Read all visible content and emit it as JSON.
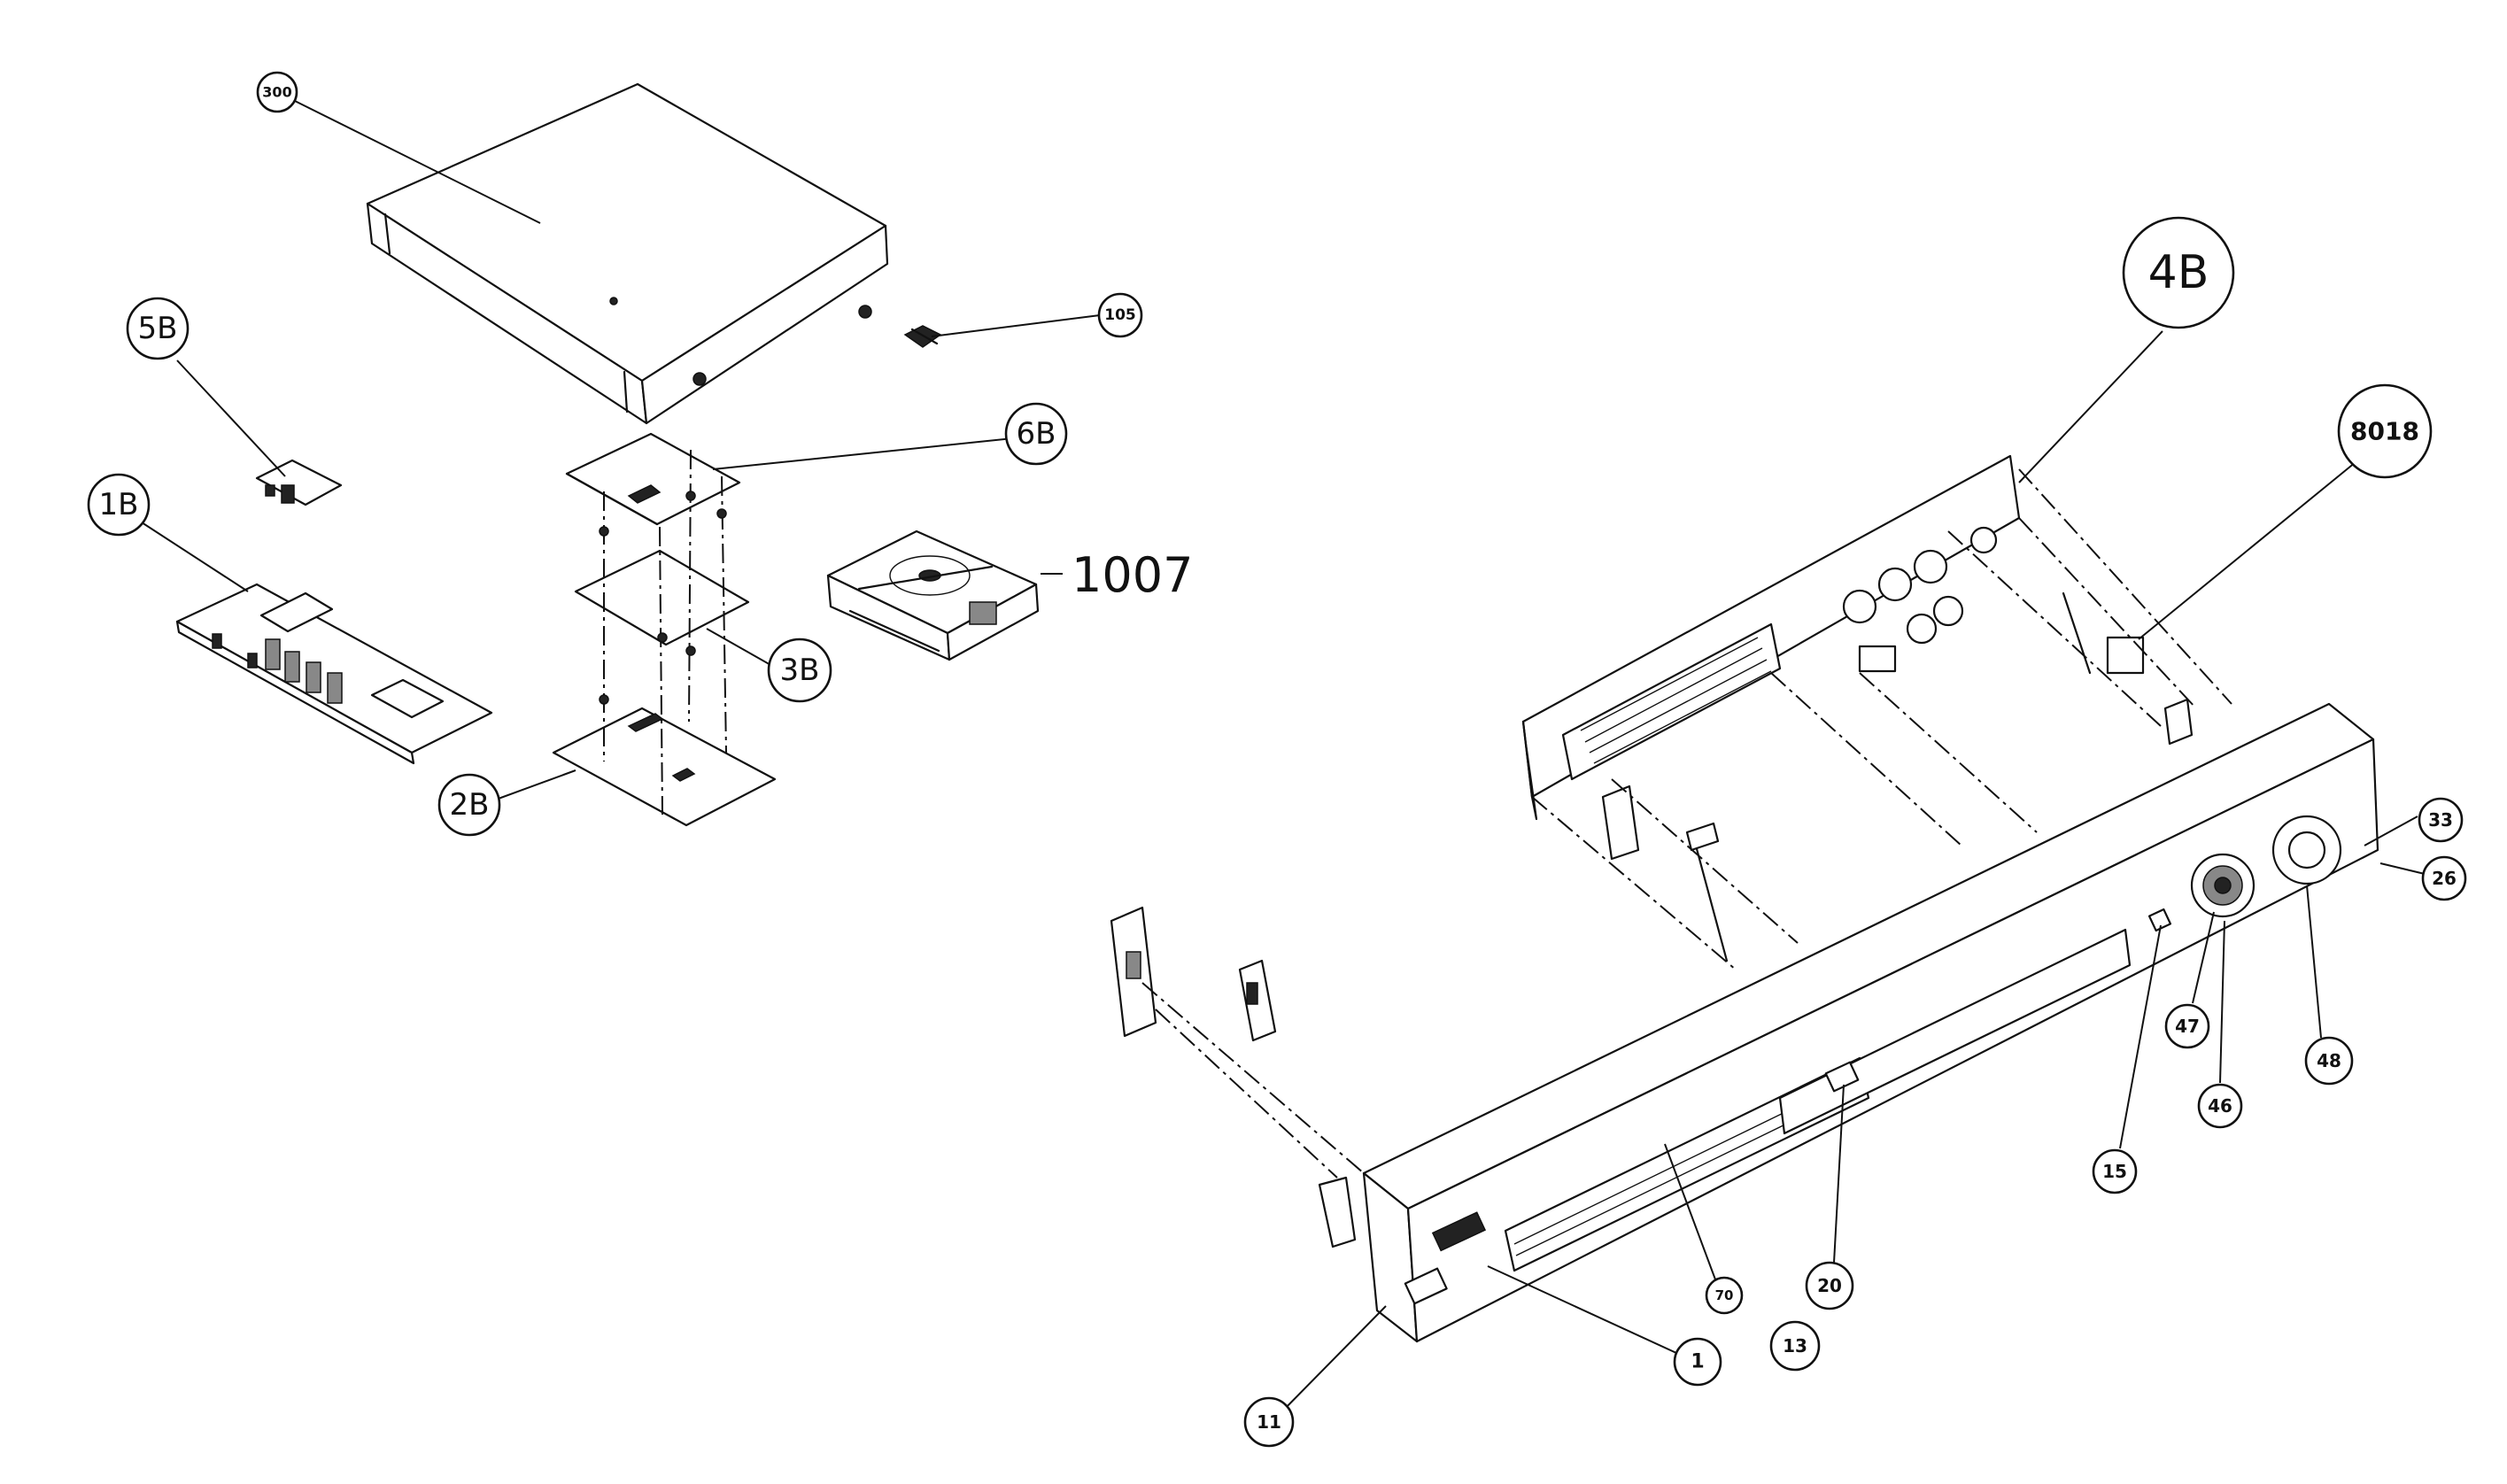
{
  "callouts": {
    "c300": "300",
    "c105": "105",
    "c5b": "5B",
    "c1b": "1B",
    "c6b": "6B",
    "c3b": "3B",
    "c2b": "2B",
    "c4b": "4B",
    "c8018": "8018",
    "c33": "33",
    "c26": "26",
    "c47": "47",
    "c46": "46",
    "c48": "48",
    "c15": "15",
    "c20": "20",
    "c13": "13",
    "c70": "70",
    "c1": "1",
    "c11": "11"
  },
  "labels": {
    "l1007": "1007"
  }
}
